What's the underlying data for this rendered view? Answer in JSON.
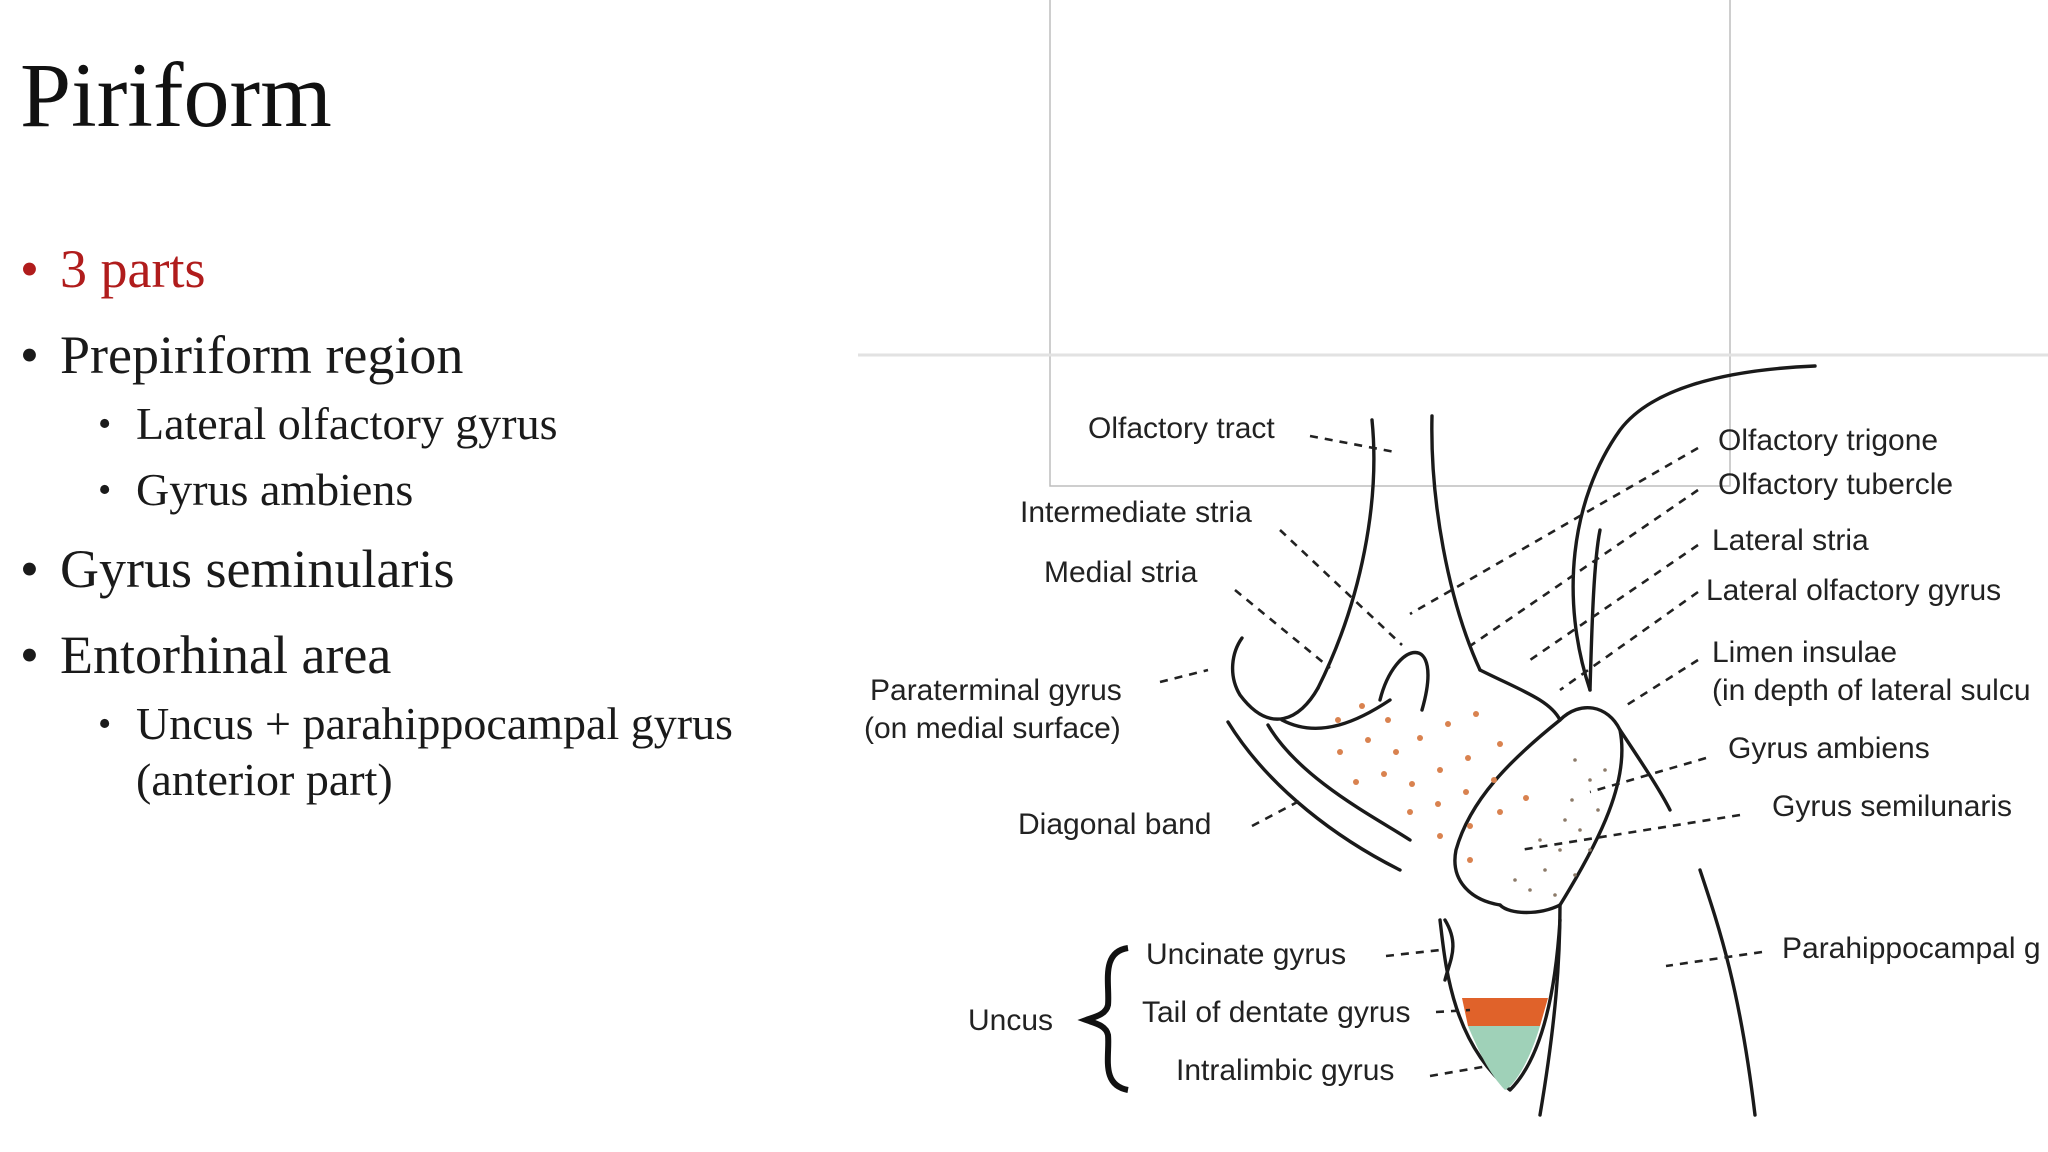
{
  "slide": {
    "title": "Piriform",
    "accent_color": "#b01c1c",
    "bullets": [
      {
        "text": "3 parts",
        "level": 1,
        "highlight": true
      },
      {
        "text": "Prepiriform region",
        "level": 1
      },
      {
        "text": "Lateral olfactory gyrus",
        "level": 2
      },
      {
        "text": "Gyrus ambiens",
        "level": 2
      },
      {
        "text": "Gyrus seminularis",
        "level": 1
      },
      {
        "text": "Entorhinal area",
        "level": 1
      },
      {
        "text": "Uncus + parahippocampal gyrus (anterior part)",
        "level": 2
      }
    ]
  },
  "diagram": {
    "labels_left": {
      "olfactory_tract": "Olfactory tract",
      "intermediate_stria": "Intermediate stria",
      "medial_stria": "Medial stria",
      "paraterminal_gyrus": "Paraterminal gyrus",
      "paraterminal_note": "(on medial surface)",
      "diagonal_band": "Diagonal band",
      "uncus": "Uncus",
      "uncinate_gyrus": "Uncinate gyrus",
      "tail_of_dentate_gyrus": "Tail of dentate gyrus",
      "intralimbic_gyrus": "Intralimbic gyrus"
    },
    "labels_right": {
      "olfactory_trigone": "Olfactory trigone",
      "olfactory_tubercle": "Olfactory tubercle",
      "lateral_stria": "Lateral stria",
      "lateral_olfactory_gyrus": "Lateral olfactory gyrus",
      "limen_insulae": "Limen insulae",
      "limen_insulae_note": "(in depth of lateral sulcu",
      "gyrus_ambiens": "Gyrus ambiens",
      "gyrus_semilunaris": "Gyrus semilunaris",
      "parahippocampal": "Parahippocampal g"
    },
    "colors": {
      "tubercle_dots": "#d9824f",
      "tail_of_dentate": "#e0622a",
      "intralimbic": "#9fd1b8"
    }
  }
}
